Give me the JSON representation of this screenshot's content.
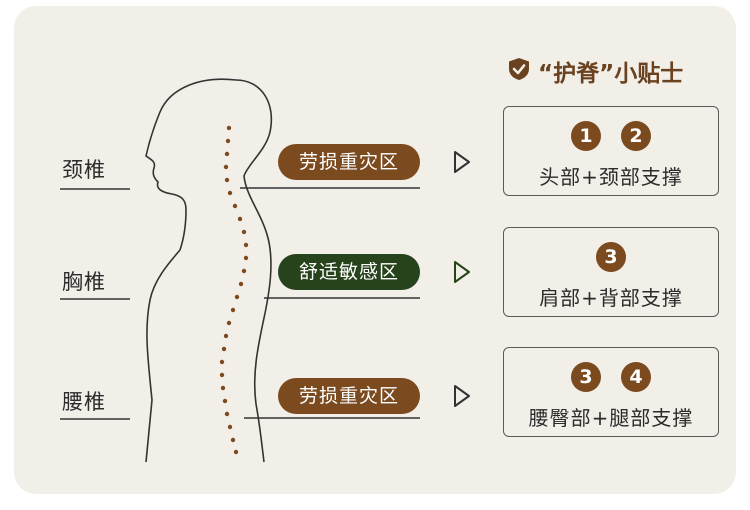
{
  "title": "“护脊”小贴士",
  "regions": [
    {
      "label": "颈椎",
      "zone": "劳损重灾区",
      "zone_type": "strain",
      "tips": [
        "1",
        "2"
      ],
      "tip_text": "头部+颈部支撑"
    },
    {
      "label": "胸椎",
      "zone": "舒适敏感区",
      "zone_type": "comfort",
      "tips": [
        "3"
      ],
      "tip_text": "肩部+背部支撑"
    },
    {
      "label": "腰椎",
      "zone": "劳损重灾区",
      "zone_type": "strain",
      "tips": [
        "3",
        "4"
      ],
      "tip_text": "腰臀部+腿部支撑"
    }
  ],
  "colors": {
    "brown": "#7b4a1e",
    "green": "#27431b",
    "background": "#f2efe9"
  }
}
